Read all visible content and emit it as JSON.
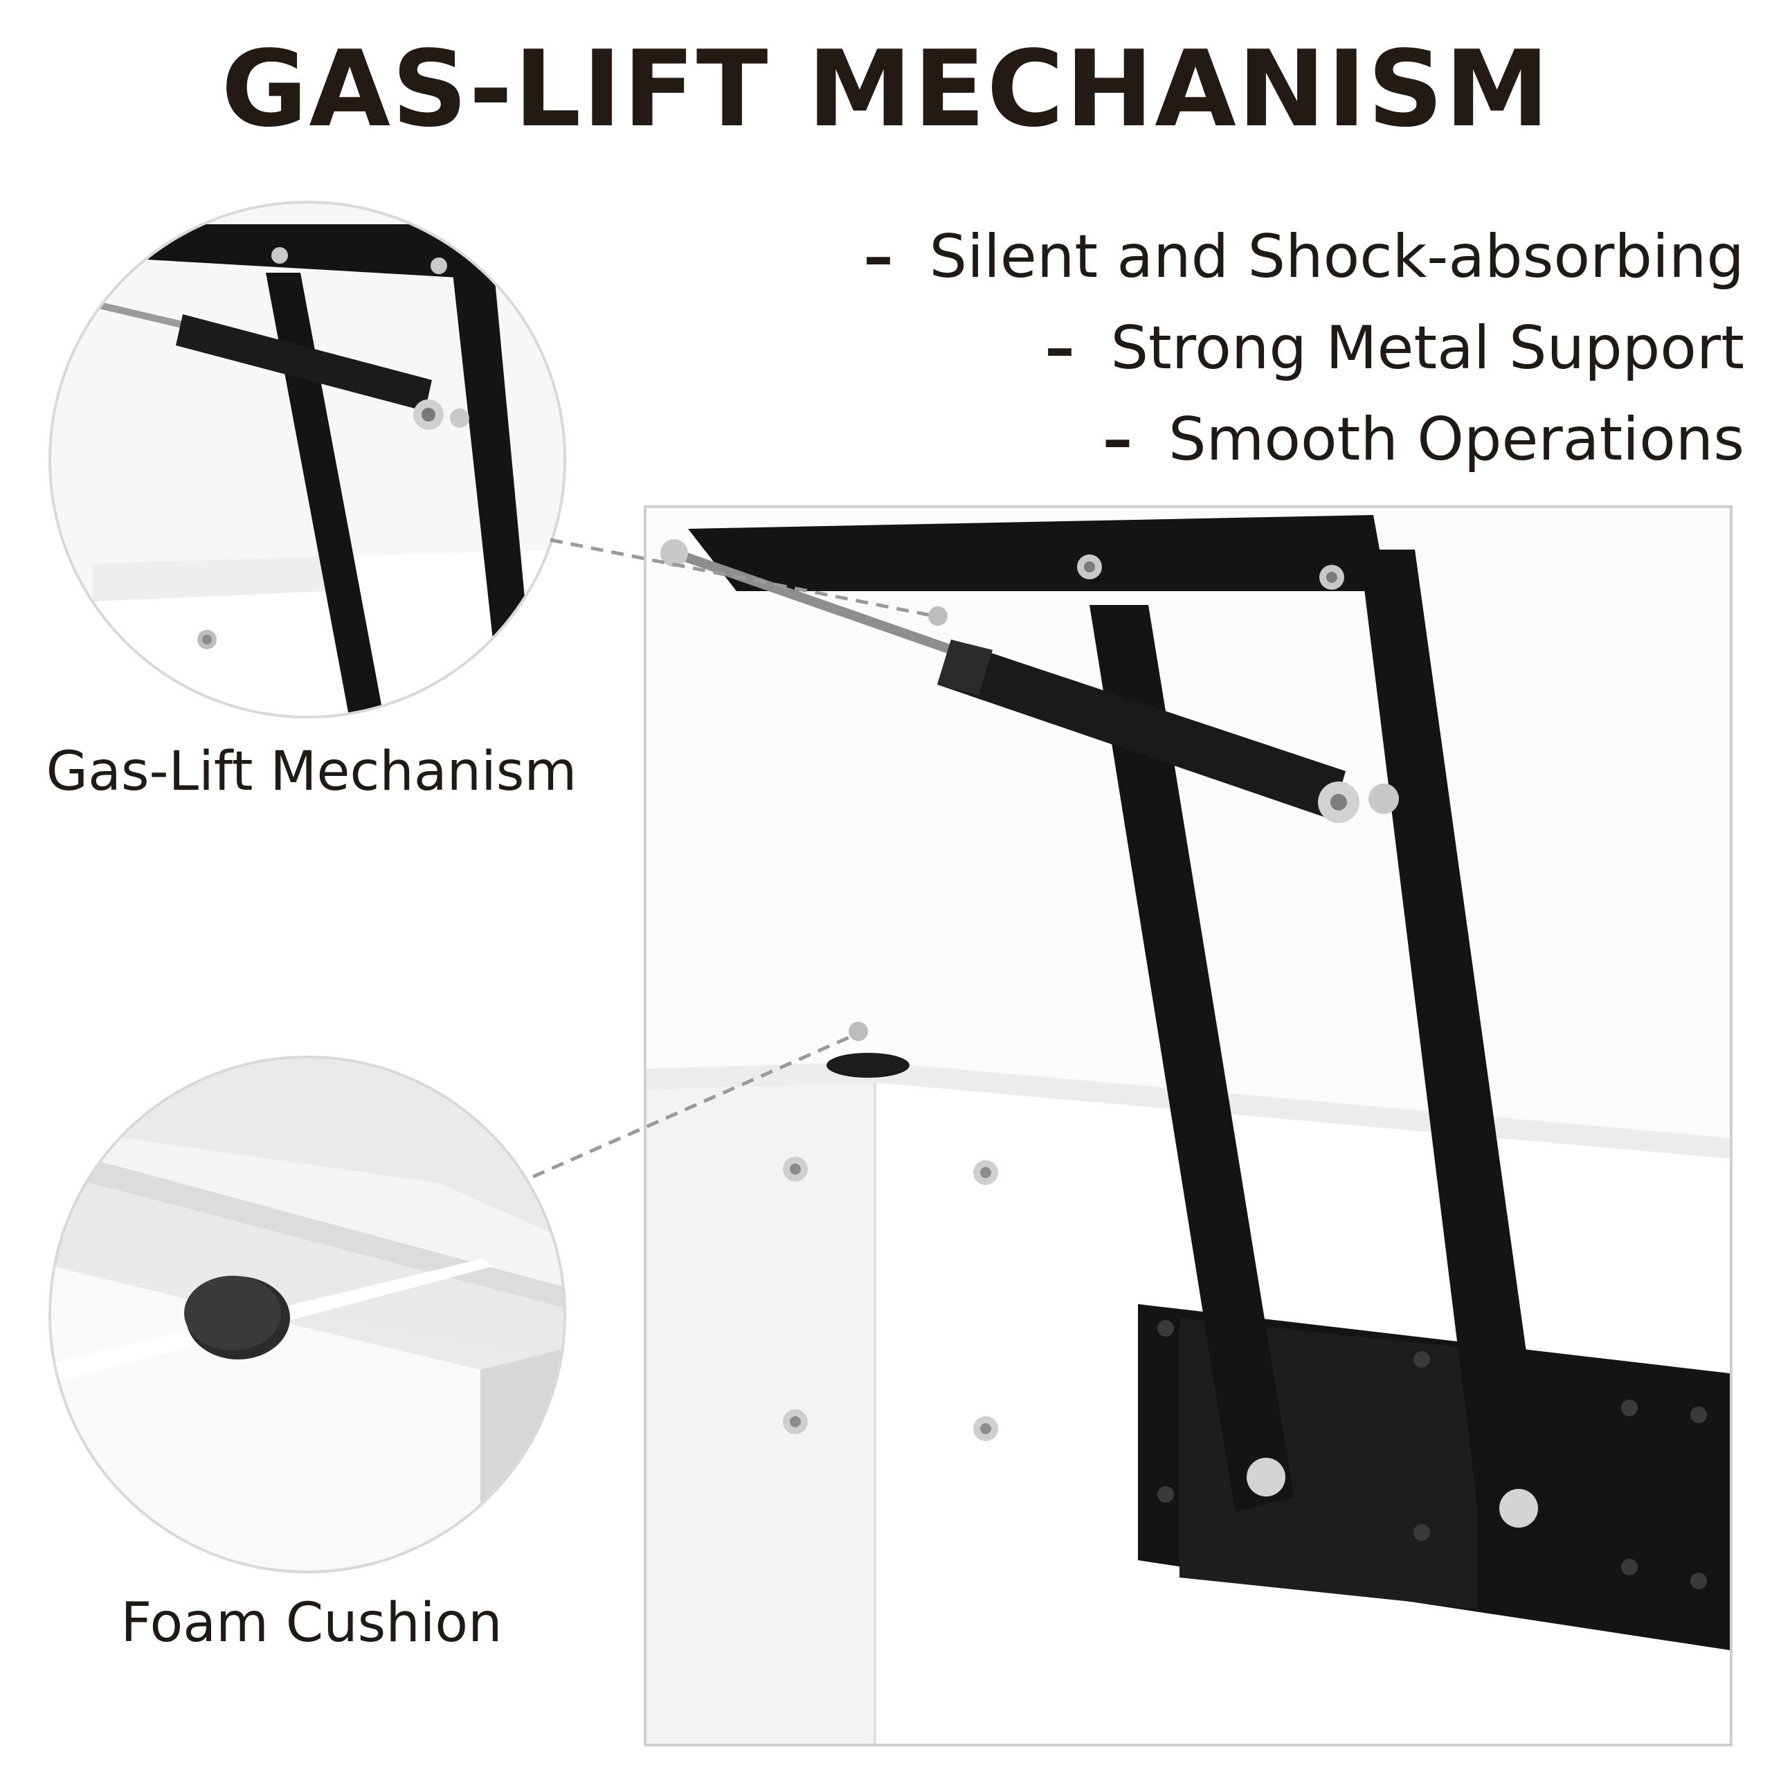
{
  "title": "GAS-LIFT MECHANISM",
  "features": [
    {
      "dash": "–",
      "text": "Silent and Shock-absorbing"
    },
    {
      "dash": "–",
      "text": "Strong Metal Support"
    },
    {
      "dash": "–",
      "text": "Smooth Operations"
    }
  ],
  "callouts": {
    "lift": {
      "label": "Gas-Lift Mechanism"
    },
    "foam": {
      "label": "Foam Cushion"
    }
  },
  "colors": {
    "text": "#231a14",
    "metal": "#141414",
    "panel": "#f6f6f6",
    "border": "#cfcfcf",
    "connector": "#9a9a9a"
  }
}
